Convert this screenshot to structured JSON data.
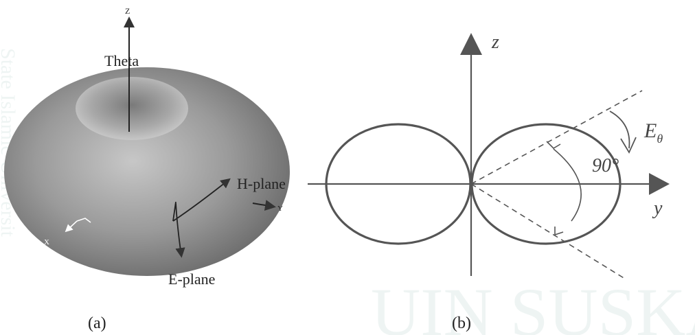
{
  "watermark": {
    "side_text": "State Islamic Universit",
    "bottom_text": "UIN SUSKA RIAU"
  },
  "panel_a": {
    "caption": "(a)",
    "labels": {
      "z_axis": "Z",
      "theta": "Theta",
      "h_plane": "H-plane",
      "e_plane": "E-plane",
      "x_axis": "X",
      "y_axis": "Y"
    }
  },
  "panel_b": {
    "caption": "(b)",
    "labels": {
      "z_axis": "z",
      "y_axis": "y",
      "angle": "90°",
      "field": "E",
      "field_subscript": "θ"
    }
  },
  "colors": {
    "torus_light": "#b9b9b9",
    "torus_dark": "#6e6e6e",
    "line": "#555555",
    "watermark": "#1a6f5e"
  }
}
